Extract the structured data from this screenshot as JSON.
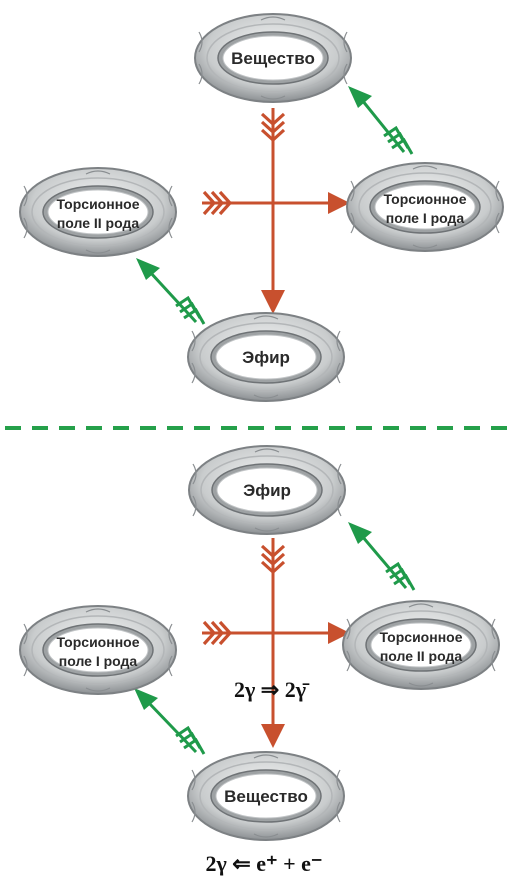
{
  "colors": {
    "arrow_red": "#c8502e",
    "arrow_green": "#1f9a4a",
    "divider_green": "#25a04a",
    "plate_outer": "#8f9396",
    "plate_mid": "#d9dbdc",
    "plate_inner": "#ffffff"
  },
  "top": {
    "node_top": "Вещество",
    "node_left_line1": "Торсионное",
    "node_left_line2": "поле II рода",
    "node_right_line1": "Торсионное",
    "node_right_line2": "поле I рода",
    "node_bottom": "Эфир"
  },
  "bottom": {
    "node_top": "Эфир",
    "node_left_line1": "Торсионное",
    "node_left_line2": "поле I рода",
    "node_right_line1": "Торсионное",
    "node_right_line2": "поле II рода",
    "node_bottom": "Вещество",
    "formula_center": "2γ ⇒ 2γ̄",
    "formula_bottom": "2γ ⇐ e⁺ + e⁻"
  }
}
